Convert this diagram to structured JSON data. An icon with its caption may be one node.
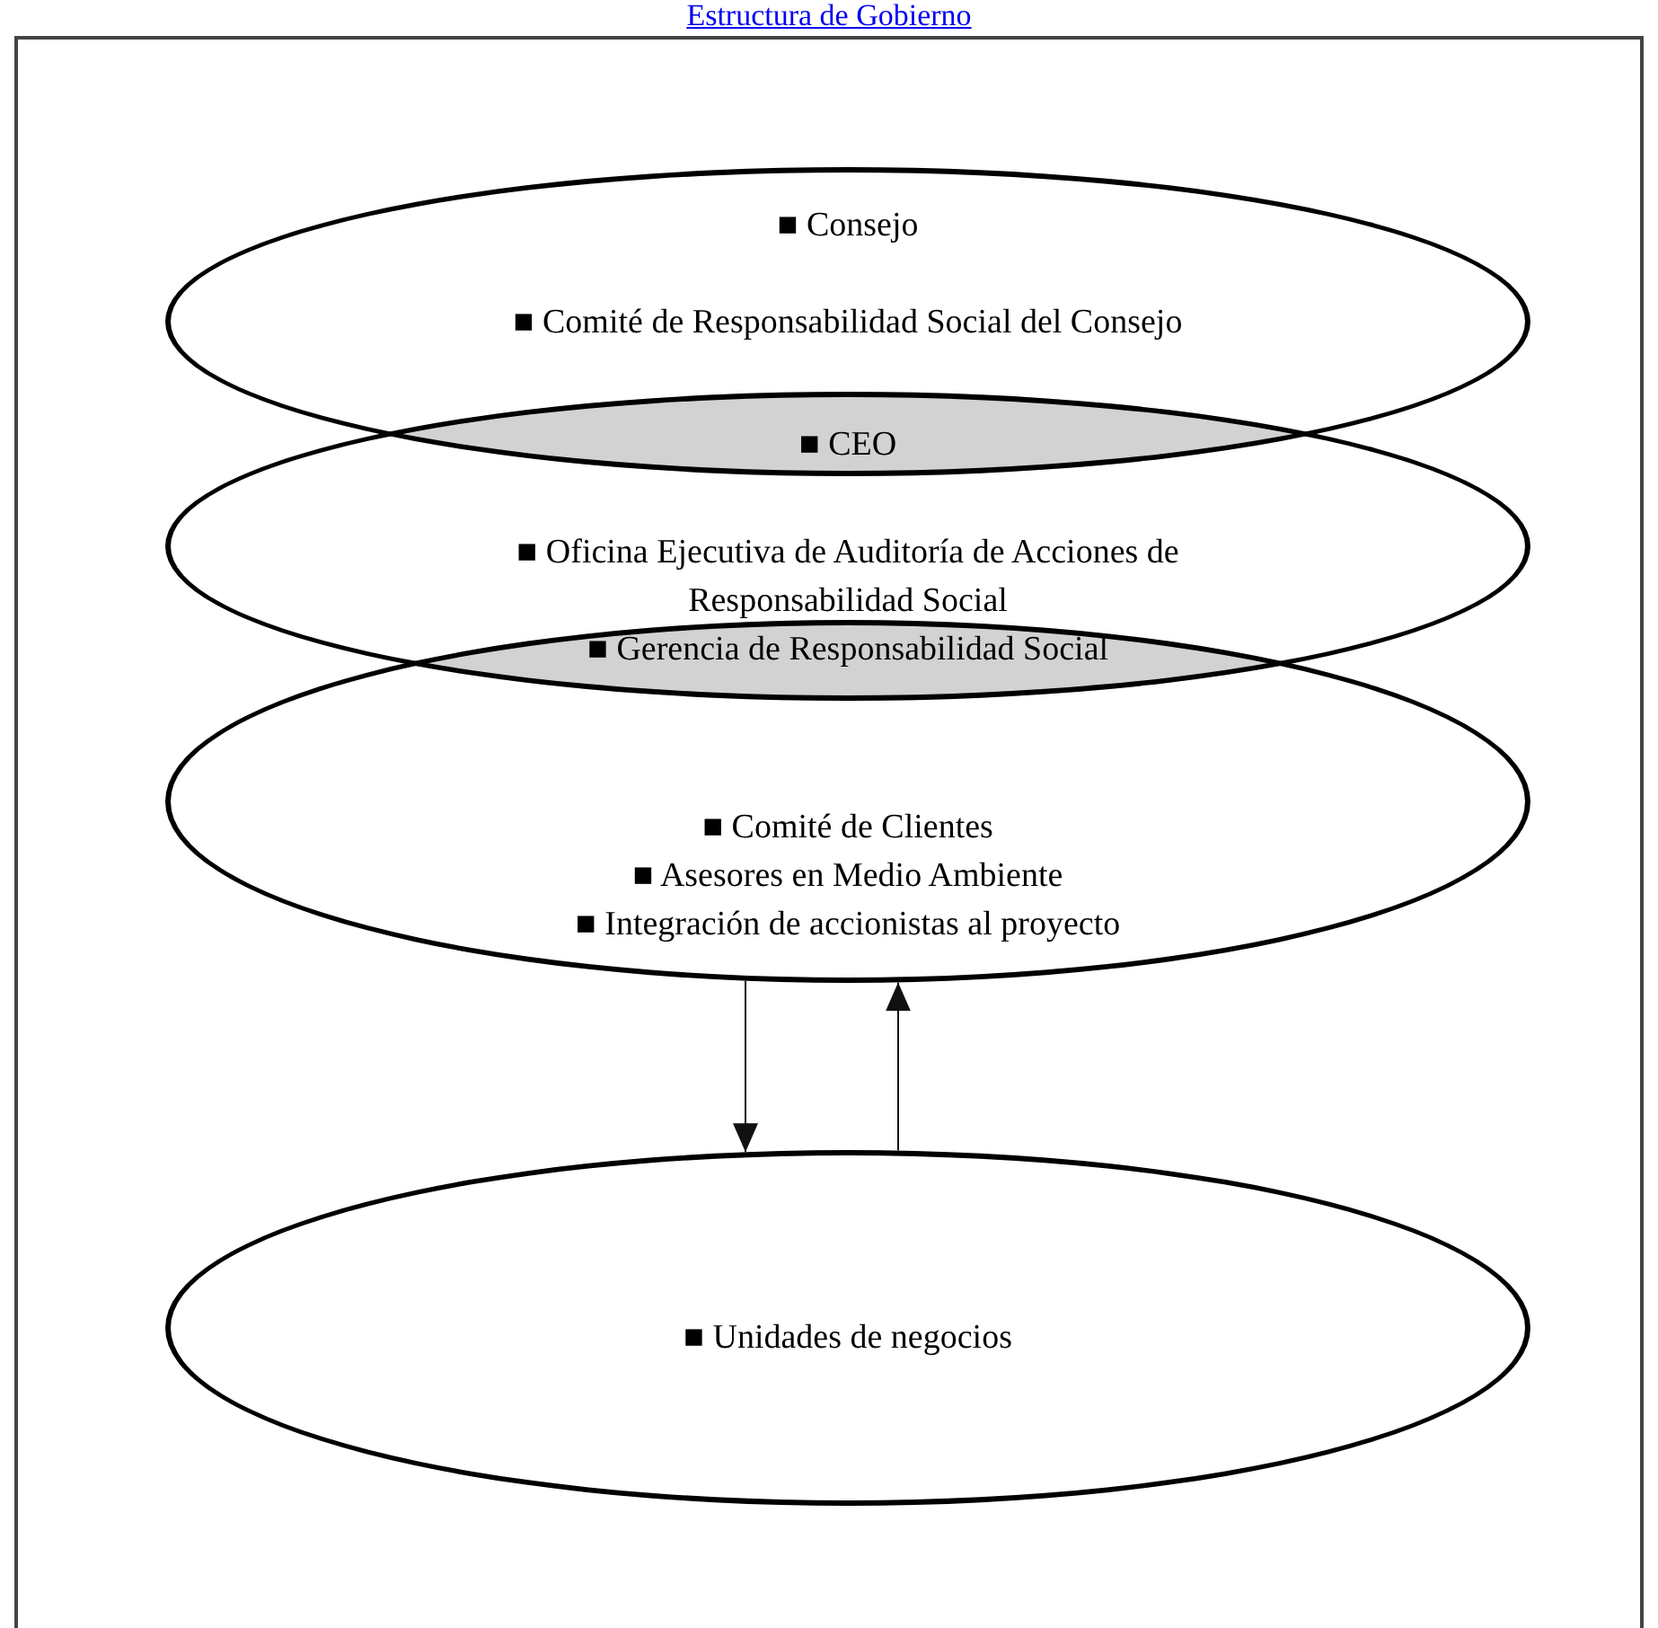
{
  "diagram": {
    "title": "Estructura de Gobierno",
    "nodes": [
      {
        "text": [
          "■ Consejo",
          "■ Comité de Responsabilidad Social del Consejo"
        ]
      },
      {
        "text": [
          "■ CEO"
        ]
      },
      {
        "text": [
          "■ Oficina Ejecutiva de Auditoría de Acciones de Responsabilidad Social"
        ]
      },
      {
        "text": [
          "■ Gerencia de Responsabilidad Social"
        ]
      },
      {
        "text": [
          "■ Comité de Clientes",
          "■ Asesores en Medio Ambiente",
          "■ Integración de accionistas al proyecto"
        ]
      },
      {
        "text": [
          "■ Unidades de negocios"
        ]
      }
    ],
    "edges": [
      {
        "from": 4,
        "to": 5,
        "arrow": "to"
      },
      {
        "from": 5,
        "to": 4,
        "arrow": "to"
      }
    ]
  }
}
